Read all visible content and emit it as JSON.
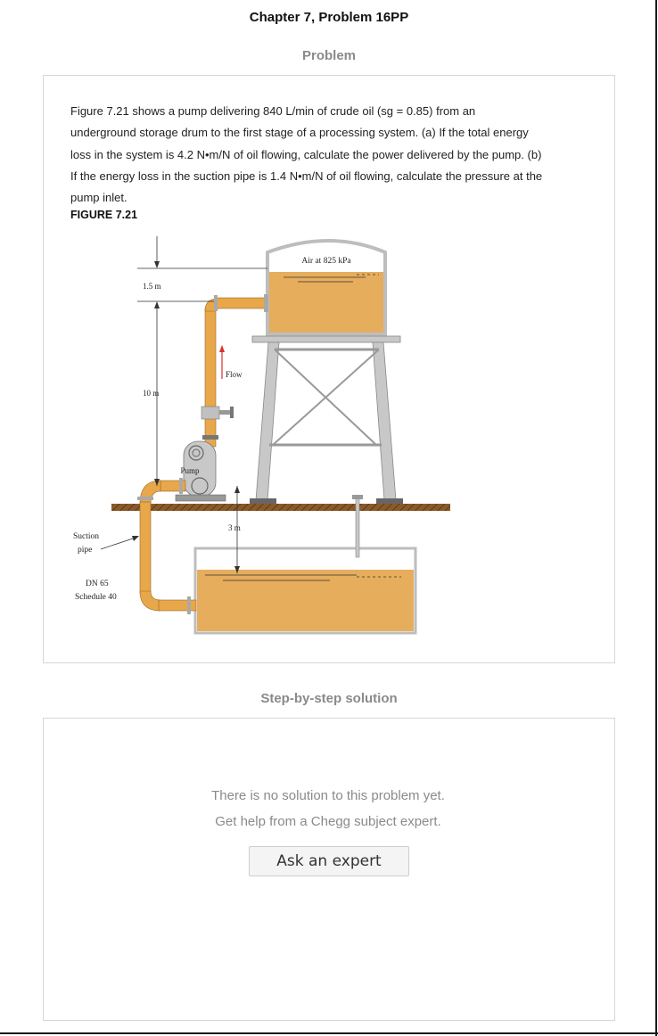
{
  "page": {
    "chapter_title": "Chapter 7, Problem 16PP",
    "problem_heading": "Problem",
    "solution_heading": "Step-by-step solution"
  },
  "problem": {
    "lines": [
      "Figure 7.21 shows a pump delivering 840 L/min of crude oil (sg = 0.85) from an",
      "underground storage drum to the first stage of a processing system. (a) If the total energy",
      "loss in the system is 4.2 N•m/N of oil flowing, calculate the power delivered by the pump. (b)",
      "If the energy loss in the suction pipe is 1.4 N•m/N of oil flowing, calculate the pressure at the",
      "pump inlet."
    ],
    "figure_label": "FIGURE 7.21"
  },
  "figure": {
    "air_label": "Air at 825 kPa",
    "dim_top": "1.5 m",
    "dim_middle": "10 m",
    "dim_bottom": "3 m",
    "flow_label": "Flow",
    "pump_label": "Pump",
    "suction_label_1": "Suction",
    "suction_label_2": "pipe",
    "pipe_spec_1": "DN 65",
    "pipe_spec_2": "Schedule 40",
    "colors": {
      "oil": "#e6ad5c",
      "pipe": "#e8a74a",
      "steel": "#c8c8c8",
      "ground": "#8b5a2b",
      "flow_arrow": "#d9302c"
    }
  },
  "solution": {
    "message_1": "There is no solution to this problem yet.",
    "message_2": "Get help from a Chegg subject expert.",
    "button_label": "Ask an expert"
  }
}
